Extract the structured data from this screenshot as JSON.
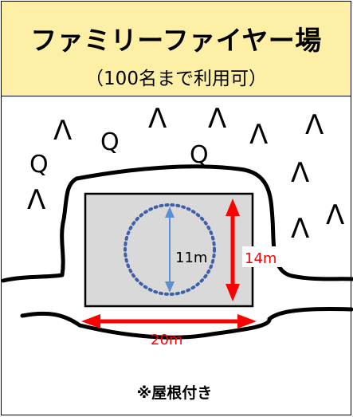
{
  "header": {
    "title": "ファミリーファイヤー場",
    "subtitle": "（100名まで利用可）",
    "bg_color": "#fdf0a6"
  },
  "diagram": {
    "diameter_label": "11m",
    "width_label": "20m",
    "height_label": "14m",
    "note": "※屋根付き",
    "colors": {
      "dimension_red": "#ff0000",
      "circle_blue": "#3f5fa8",
      "arrow_blue": "#5b8fd0",
      "floor_gray": "#d9d9d9"
    },
    "symbols": {
      "tree_conifer": "Λ",
      "tree_broadleaf": "Q"
    }
  }
}
